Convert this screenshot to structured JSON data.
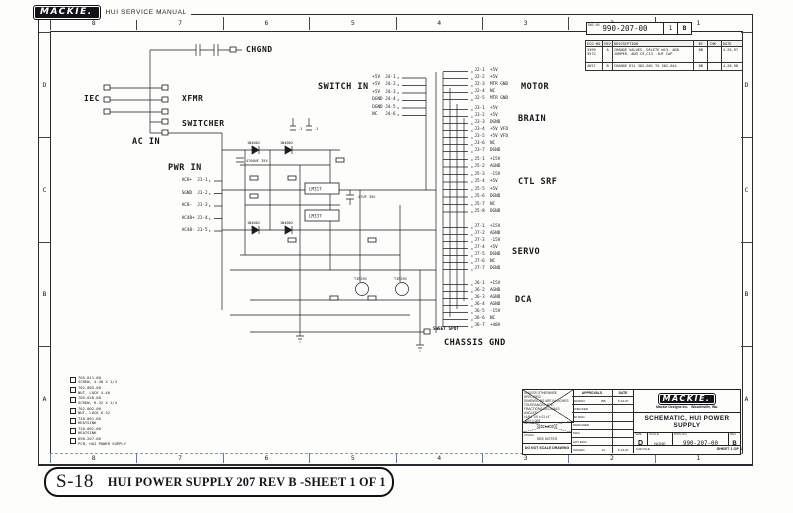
{
  "header": {
    "brand": "MACKIE.",
    "manual": "HUI SERVICE MANUAL"
  },
  "zones": {
    "top": [
      "8",
      "7",
      "6",
      "5",
      "4",
      "3",
      "2",
      "1"
    ],
    "bottom": [
      "8",
      "7",
      "6",
      "5",
      "4",
      "3",
      "2",
      "1"
    ],
    "left": [
      "D",
      "C",
      "B",
      "A"
    ],
    "right": [
      "D",
      "C",
      "B",
      "A"
    ]
  },
  "doc_box": {
    "caption": "DWG NO",
    "number": "990-207-00",
    "sheet": "1",
    "rev": "B"
  },
  "revision_table": {
    "headers": [
      "ECO NO",
      "REV",
      "DESCRIPTION",
      "BY",
      "CHK",
      "DATE"
    ],
    "rows": [
      {
        "eco": "3499 3572",
        "rev": "A",
        "desc": "CHANGE VALUES, DELETE W13. ADD JUMPER. ADD C9,C13 .1UF CAP",
        "by": "BB",
        "date": "4-25-97"
      },
      {
        "eco": "4657",
        "rev": "B",
        "desc": "CHANGE D11 302-001 TO 302-044",
        "by": "BB",
        "date": "4-28-98"
      }
    ]
  },
  "schematic": {
    "labels": {
      "ac_in": "AC IN",
      "iec": "IEC",
      "xfmr": "XFMR",
      "switcher": "SWITCHER",
      "chgnd": "CHGND",
      "switch_in": "SWITCH IN",
      "pwr_in": "PWR IN",
      "chassis_gnd": "CHASSIS GND",
      "sweet_spot": "SWEET SPOT"
    },
    "switch_in_pins": [
      "+5V  J4-1",
      "+5V  J4-2",
      "+5V  J4-3",
      "DGND J4-4",
      "DGND J4-5",
      "NC   J4-6"
    ],
    "pwr_in_pins": [
      "AC8+  J1-1",
      "SGND  J1-2",
      "AC8-  J1-3",
      "AC48+ J1-4",
      "AC48- J1-5"
    ],
    "motor": {
      "label": "MOTOR",
      "pins": [
        "J2-1  +5V",
        "J2-2  +5V",
        "J2-3  MTR GND",
        "J2-4  NC",
        "J2-5  MTR GND"
      ]
    },
    "brain": {
      "label": "BRAIN",
      "pins": [
        "J3-1  +5V",
        "J3-2  +5V",
        "J3-3  DGND",
        "J3-4  +5V VFD",
        "J3-5  +5V VFD",
        "J3-6  NC",
        "J3-7  DGND"
      ]
    },
    "ctl_srf": {
      "label": "CTL SRF",
      "pins": [
        "J5-1  +15V",
        "J5-2  AGND",
        "J5-3  -15V",
        "J5-4  +5V",
        "J5-5  +5V",
        "J5-6  DGND",
        "J5-7  NC",
        "J5-8  DGND"
      ]
    },
    "servo": {
      "label": "SERVO",
      "pins": [
        "J7-1  +15V",
        "J7-2  AGND",
        "J7-3  -15V",
        "J7-4  +5V",
        "J7-5  DGND",
        "J7-6  NC",
        "J7-7  DGND"
      ]
    },
    "dca": {
      "label": "DCA",
      "pins": [
        "J6-1  +15V",
        "J6-2  AGND",
        "J6-3  AGND",
        "J6-4  AGND",
        "J6-5  -15V",
        "J6-6  NC",
        "J6-7  +48V"
      ]
    },
    "components": {
      "reg1": "LM317",
      "reg2": "LM337",
      "q1": "TIP29C",
      "q2": "TIP29C",
      "diode": "1N4002",
      "cap_big": "4700UF 35V",
      "cap_mid": ".47UF 35V",
      "cap_small": ".1"
    }
  },
  "parts_list": [
    {
      "pn": "705-011-00",
      "desc": "SCREW, 4-40 X 1/4"
    },
    {
      "pn": "702-005-00",
      "desc": "NUT, LOCK 4-40"
    },
    {
      "pn": "705-020-00",
      "desc": "SCREW, 6-32 X 1/4"
    },
    {
      "pn": "702-002-00",
      "desc": "NUT, LOCK 6-32"
    },
    {
      "pn": "720-061-00",
      "desc": "HEATSINK"
    },
    {
      "pn": "720-062-00",
      "desc": "HEATSINK"
    },
    {
      "pn": "690-207-00",
      "desc": "PCB, HUI POWER SUPPLY"
    }
  ],
  "title_block": {
    "tolerances": [
      "UNLESS OTHERWISE SPECIFIED",
      "DIMENSIONS ARE IN INCHES",
      "TOLERANCES ARE:",
      "FRACTIONS DECIMALS ANGLES",
      "±1/64  .XX ±.01  ±1°",
      ".XXX ±.005"
    ],
    "material_caption": "MATERIAL",
    "material": "SEE NOTES",
    "finish_caption": "FINISH",
    "finish": "SEE NOTES",
    "no_scale": "DO NOT SCALE DRAWING",
    "approvals_caption": "APPROVALS",
    "date_caption": "DATE",
    "approval_rows": [
      {
        "label": "DRAWN",
        "by": "BB",
        "date": "5-22-97"
      },
      {
        "label": "CHECKED",
        "by": "",
        "date": ""
      },
      {
        "label": "RP ENG",
        "by": "",
        "date": ""
      },
      {
        "label": "DESIGNED",
        "by": "",
        "date": ""
      },
      {
        "label": "MFG",
        "by": "",
        "date": ""
      },
      {
        "label": "APV ENG",
        "by": "",
        "date": ""
      },
      {
        "label": "ISSUED",
        "by": "LV",
        "date": "5-13-97"
      }
    ],
    "brand": "MACKIE.",
    "company": "Mackie Designs Inc.   Woodinville, Wa.",
    "title": "SCHEMATIC, HUI POWER SUPPLY",
    "size_caption": "SIZE",
    "size": "D",
    "scale_caption": "SCALE",
    "scale": "NONE",
    "dwg_caption": "DWG NO.",
    "dwg_no": "990-207-00",
    "rev_caption": "REV",
    "rev": "B",
    "cad_caption": "CAD FILE",
    "sheet": "SHEET  1 OF 1"
  },
  "footer": {
    "code": "S-18",
    "title": "HUI POWER SUPPLY 207 REV B -SHEET 1 OF 1"
  }
}
